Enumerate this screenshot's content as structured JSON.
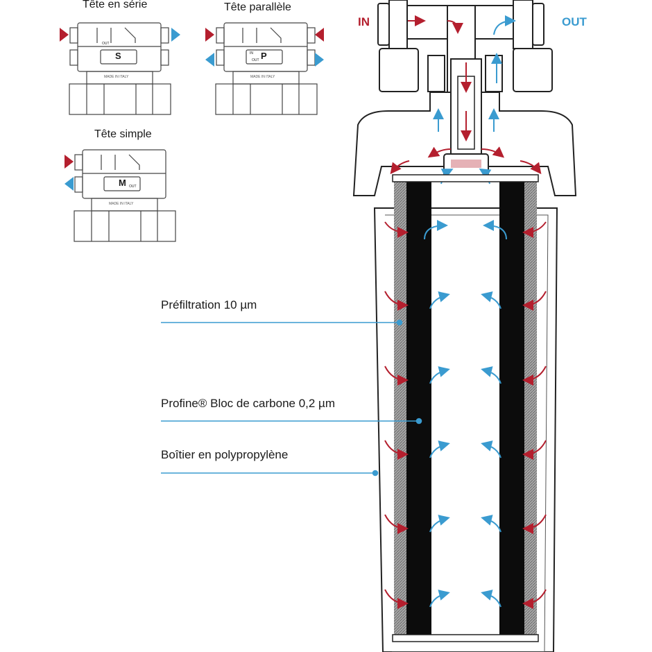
{
  "heads": {
    "serie": {
      "title": "Tête en série",
      "letter": "S",
      "out_tag": "OUT",
      "made_in": "MADE IN ITALY"
    },
    "parallele": {
      "title": "Tête parallèle",
      "letter": "P",
      "in_tag": "IN",
      "out_tag": "OUT",
      "made_in": "MADE IN ITALY"
    },
    "simple": {
      "title": "Tête simple",
      "letter": "M",
      "out_tag": "OUT",
      "made_in": "MADE IN ITALY"
    }
  },
  "ports": {
    "in": "IN",
    "out": "OUT"
  },
  "callouts": {
    "prefiltration": "Préfiltration 10 µm",
    "carbon_block": "Profine® Bloc de carbone 0,2 µm",
    "housing": "Boîtier en polypropylène"
  },
  "colors": {
    "inflow": "#b41f2e",
    "outflow": "#3a9bd0",
    "line": "#222222",
    "leader": "#3a9bd0",
    "carbon": "#0c0c0c"
  }
}
